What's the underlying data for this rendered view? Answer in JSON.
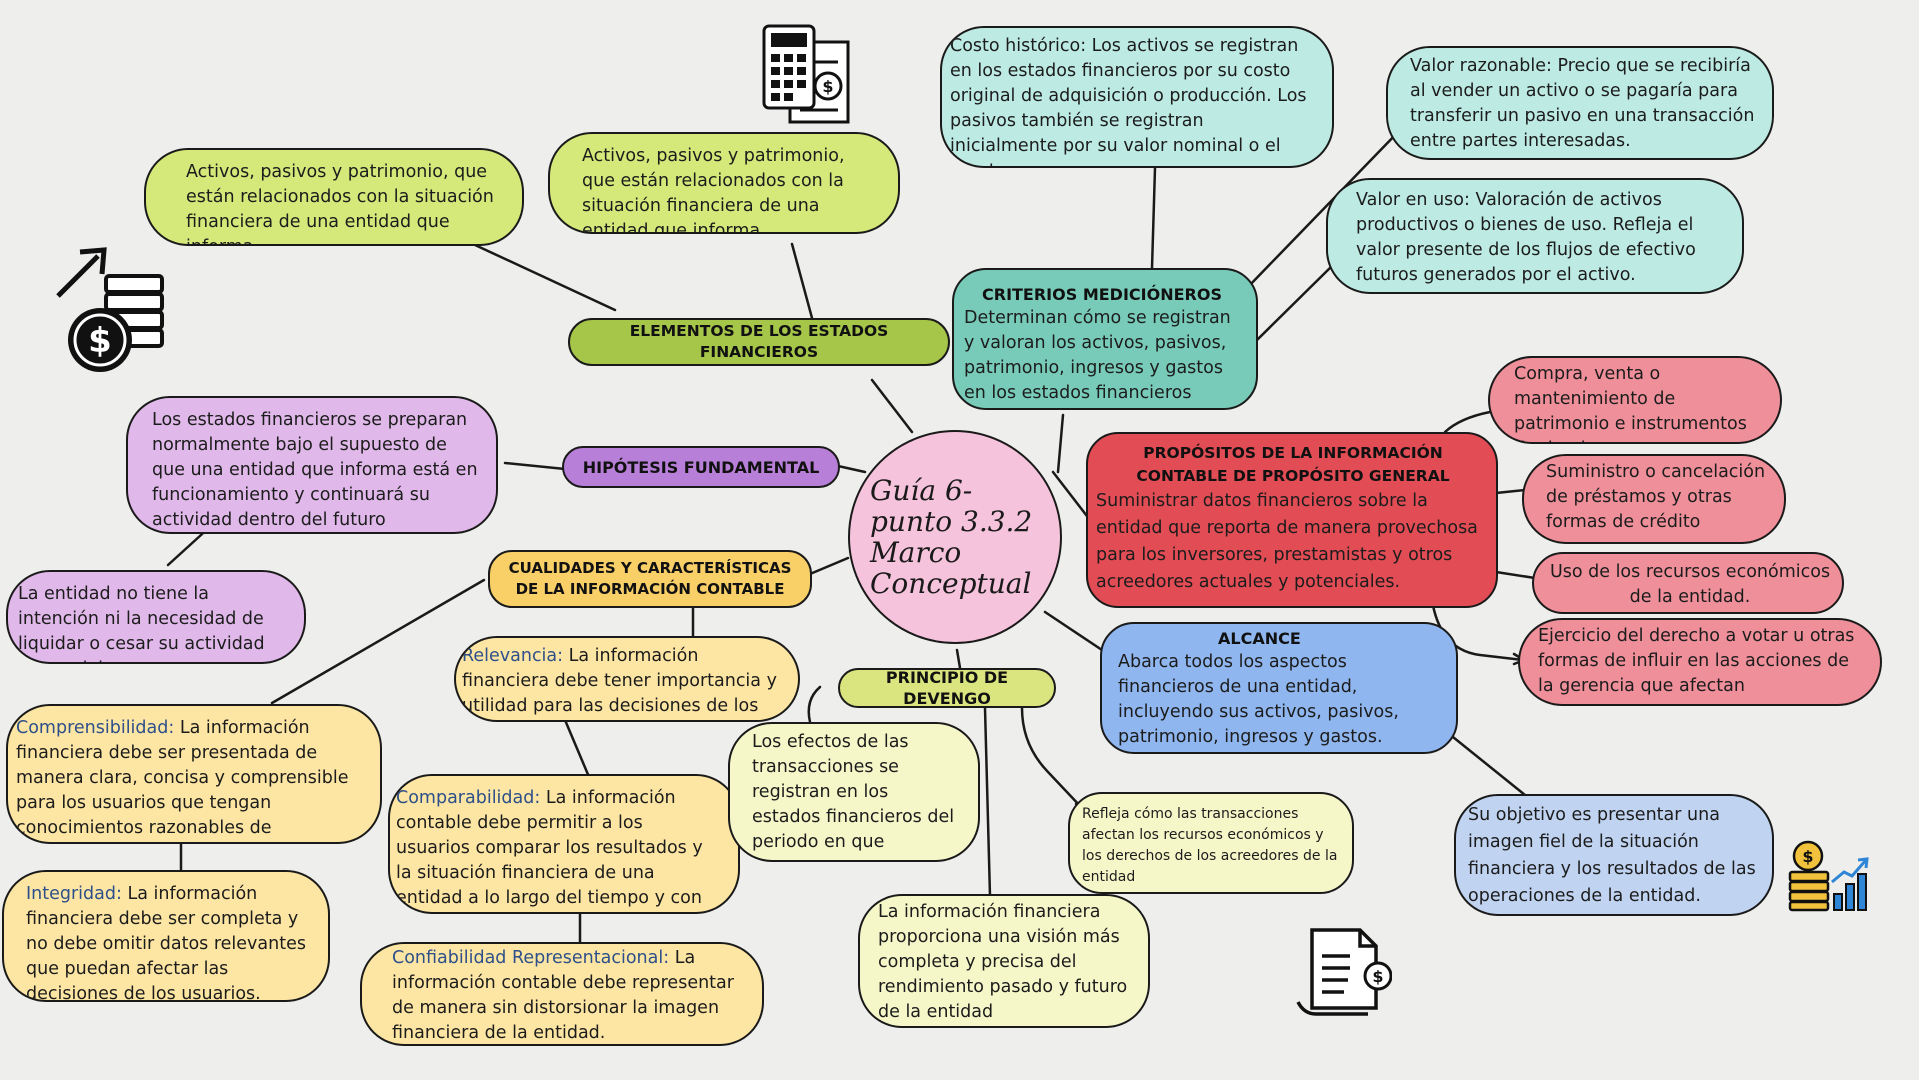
{
  "title": "Guía 6- punto 3.3.2 Marco Conceptual",
  "elementos": {
    "header": "ELEMENTOS DE LOS ESTADOS FINANCIEROS",
    "left_text": "Activos, pasivos y patrimonio, que están relacionados con la situación financiera de una entidad que informa",
    "top_text": "Activos, pasivos y patrimonio, que están relacionados con la situación financiera de una entidad que informa"
  },
  "hipotesis": {
    "header": "HIPÓTESIS FUNDAMENTAL",
    "text": "Los estados financieros se preparan normalmente bajo el supuesto de que una entidad que informa está en funcionamiento y continuará su actividad dentro del futuro previsible.",
    "sub_text": "La entidad no tiene la intención ni la necesidad de liquidar o cesar su actividad comercial."
  },
  "cualidades": {
    "header": "CUALIDADES Y CARACTERÍSTICAS DE LA INFORMACIÓN CONTABLE",
    "relevancia": {
      "label": "Relevancia:",
      "text": " La información financiera debe tener importancia y utilidad para las decisiones de los usuarios."
    },
    "comprensibilidad": {
      "label": "Comprensibilidad:",
      "text": " La información financiera debe ser presentada de manera clara, concisa y comprensible para los usuarios que tengan conocimientos razonables de contabilidad."
    },
    "integridad": {
      "label": "Integridad:",
      "text": " La información financiera debe ser completa y no debe omitir datos relevantes que puedan afectar las decisiones de los usuarios."
    },
    "comparabilidad": {
      "label": "Comparabilidad:",
      "text": " La información contable debe permitir a los usuarios comparar los resultados y la situación financiera de una entidad a lo largo del tiempo y con otras entidades similares."
    },
    "confiabilidad": {
      "label": "Confiabilidad Representacional:",
      "text": " La información contable debe representar de manera sin distorsionar la imagen financiera de la entidad."
    }
  },
  "devengo": {
    "header": "PRINCIPIO DE DEVENGO",
    "efectos": "Los efectos de las transacciones se registran en los estados financieros del periodo en que ocurren.",
    "proporciona": "La información financiera proporciona una visión más completa y precisa del rendimiento pasado y futuro de la entidad",
    "refleja": "Refleja cómo las transacciones afectan los recursos económicos y los derechos de los acreedores de la entidad"
  },
  "criterios": {
    "header": "CRITERIOS MEDICIÓNEROS",
    "text": "Determinan cómo se registran y valoran los activos, pasivos, patrimonio, ingresos y gastos en los estados financieros",
    "costo": "Costo histórico: Los activos se registran en los estados financieros por su costo original de adquisición o producción. Los pasivos también se registran inicialmente por su valor nominal o el monto a pagar.",
    "razonable": "Valor razonable: Precio que se recibiría al vender un activo o se pagaría para transferir un pasivo en una transacción entre partes interesadas.",
    "uso": "Valor en uso: Valoración de activos productivos o bienes de uso. Refleja el valor presente de los flujos de efectivo futuros generados por el activo."
  },
  "propositos": {
    "header": "PROPÓSITOS DE LA INFORMACIÓN CONTABLE DE PROPÓSITO GENERAL",
    "text": "Suministrar datos financieros sobre la entidad que reporta de manera provechosa para los inversores, prestamistas y otros acreedores actuales y potenciales.",
    "compra": "Compra, venta o mantenimiento de patrimonio e instrumentos de deuda",
    "suministro": "Suministro o cancelación de préstamos y otras formas de crédito",
    "uso_recursos": "Uso de los recursos económicos de la entidad.",
    "ejercicio": "Ejercicio del derecho a votar u otras formas de influir en las acciones de la gerencia que afectan"
  },
  "alcance": {
    "header": "ALCANCE",
    "text": "Abarca todos los aspectos financieros de una entidad, incluyendo sus activos, pasivos, patrimonio, ingresos y gastos.",
    "objetivo": "Su objetivo es presentar una imagen fiel de la situación financiera y los resultados de las operaciones de la entidad."
  },
  "icons": [
    "calculator-invoice-icon",
    "coins-growth-icon",
    "document-dollar-icon",
    "coins-chart-icon"
  ],
  "colors": {
    "background": "#eeeeec",
    "center": "#f6c3dc",
    "elementos": "#a6c64a",
    "criterios": "#78cbb9",
    "hipotesis": "#b87fd8",
    "cualidades": "#f9cf68",
    "propositos": "#e14c55",
    "alcance": "#8fb6ef"
  }
}
